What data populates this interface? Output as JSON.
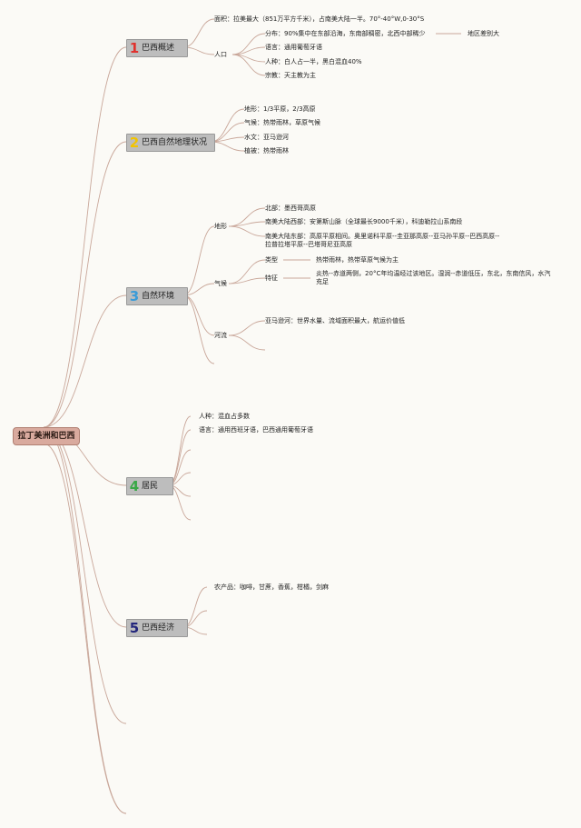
{
  "root": "拉丁美洲和巴西",
  "colors": {
    "n1": "#e0322e",
    "n2": "#f2c400",
    "n3": "#3a9bd8",
    "n4": "#3aa847",
    "n5": "#23267c",
    "link": "#c9a79a"
  },
  "topics": [
    {
      "num": "1",
      "label": "巴西概述"
    },
    {
      "num": "2",
      "label": "巴西自然地理状况"
    },
    {
      "num": "3",
      "label": "自然环境"
    },
    {
      "num": "4",
      "label": "居民"
    },
    {
      "num": "5",
      "label": "巴西经济"
    }
  ],
  "t1": {
    "area": "面积：拉美最大（851万平方千米），占南美大陆一半。70°-40°W,0-30°S",
    "pop": "人口",
    "pop_items": [
      "分布：90%集中在东部沿海，东南部稠密，北西中部稀少",
      "语言：通用葡萄牙语",
      "人种：白人占一半，黑白混血40%",
      "宗教：天主教为主"
    ],
    "diff": "地区差别大"
  },
  "t2": [
    "地形：1/3平原，2/3高原",
    "气候：热带雨林，草原气候",
    "水文：亚马逊河",
    "植被：热带雨林"
  ],
  "t3": {
    "terrain": "地形",
    "terrain_items": [
      "北部：墨西哥高原",
      "南美大陆西部：安第斯山脉（全球最长9000千米），科迪勒拉山系南段",
      "南美大陆东部：高原平原相间。奥里诺科平原--圭亚那高原--亚马孙平原--巴西高原--拉普拉塔平原--巴塔哥尼亚高原"
    ],
    "climate": "气候",
    "type": "类型",
    "type_val": "热带雨林，热带草原气候为主",
    "feature": "特征",
    "feature_val": "炎热--赤道两侧，20°C年均温经过该地区。湿润--赤道低压，东北，东南信风，水汽充足",
    "river": "河流",
    "river_val": "亚马逊河：世界水量、流域面积最大，航运价值低"
  },
  "t4": [
    "人种：混血占多数",
    "语言：通用西班牙语，巴西通用葡萄牙语"
  ],
  "t5": [
    "农产品：咖啡，甘蔗，香蕉，柑橘，剑麻"
  ]
}
